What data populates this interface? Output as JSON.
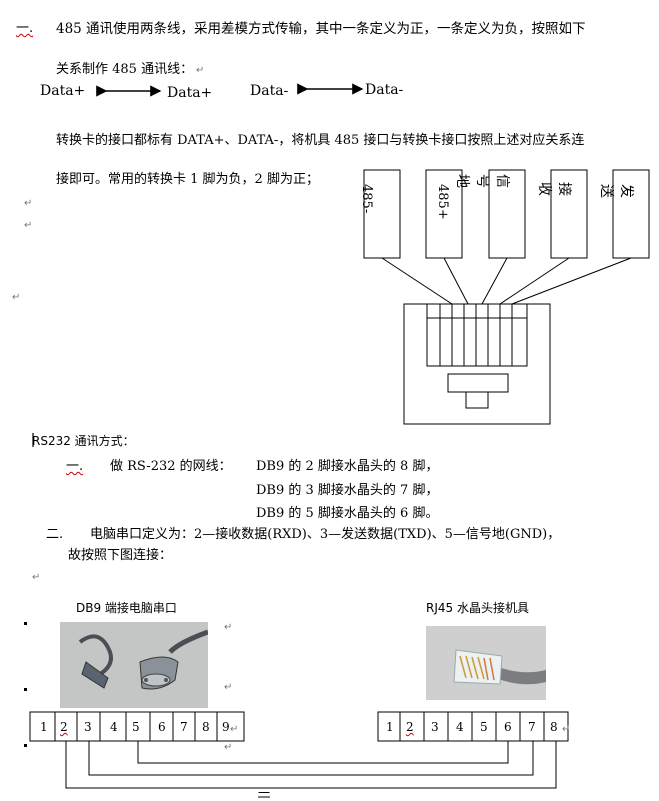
{
  "section1": {
    "marker": "一.",
    "line1": "485 通讯使用两条线，采用差模方式传输，其中一条定义为正，一条定义为负，按照如下",
    "line2": "关系制作 485 通讯线：",
    "data_pairs": [
      {
        "left": "Data+",
        "right": "Data+"
      },
      {
        "left": "Data-",
        "right": "Data-"
      }
    ],
    "para2_line1": "转换卡的接口都标有 DATA+、DATA-，将机具 485 接口与转换卡接口按照上述对应关系连",
    "para2_line2": "接即可。常用的转换卡 1 脚为负，2 脚为正；",
    "boxes": [
      "485-",
      "485+",
      "信号地",
      "接收",
      "发送"
    ]
  },
  "rs232": {
    "heading": "RS232 通讯方式：",
    "item1_marker": "一.",
    "item1_label": "做 RS-232 的网线：",
    "wiring": [
      "DB9 的 2 脚接水晶头的 8 脚，",
      "DB9 的 3 脚接水晶头的 7 脚，",
      "DB9 的 5 脚接水晶头的 6 脚。"
    ],
    "item2_marker": "二.",
    "item2_line1": "电脑串口定义为：2—接收数据(RXD)、3—发送数据(TXD)、5—信号地(GND)，",
    "item2_line2": "故按照下图连接："
  },
  "figures": {
    "db9_caption": "DB9 端接电脑串口",
    "rj45_caption": "RJ45 水晶头接机具",
    "db9_pins": [
      "1",
      "2",
      "3",
      "4",
      "5",
      "6",
      "7",
      "8",
      "9"
    ],
    "rj45_pins": [
      "1",
      "2",
      "3",
      "4",
      "5",
      "6",
      "7",
      "8"
    ]
  },
  "paragraph_mark": "↵",
  "bottom_marker": "一"
}
